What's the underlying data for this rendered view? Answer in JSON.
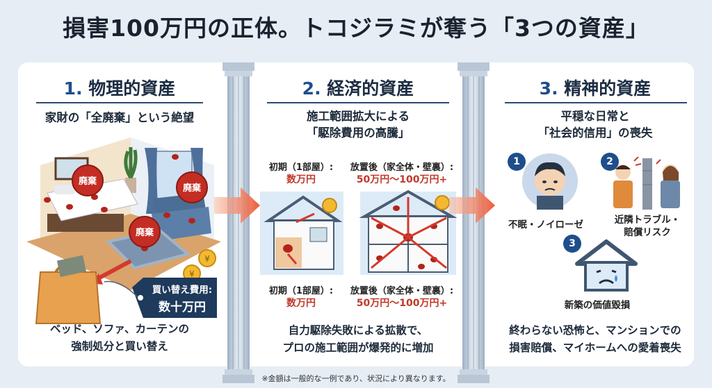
{
  "title": "損害100万円の正体。トコジラミが奪う「3つの資産」",
  "columns": [
    {
      "number": "1.",
      "heading": "物理的資産",
      "subtitle": "家財の「全廃棄」という絶望",
      "stamp": "廃棄",
      "tag_label": "買い替え費用:",
      "tag_value": "数十万円",
      "caption_line1": "ベッド、ソファ、カーテンの",
      "caption_line2": "強制処分と買い替え"
    },
    {
      "number": "2.",
      "heading": "経済的資産",
      "subtitle_line1": "施工範囲拡大による",
      "subtitle_line2": "「駆除費用の高騰」",
      "initial_label": "初期（1部屋）:",
      "initial_value": "数万円",
      "later_label": "放置後（家全体・壁裏）:",
      "later_value": "50万円〜100万円+",
      "caption_line1": "自力駆除失敗による拡散で、",
      "caption_line2": "プロの施工範囲が爆発的に増加"
    },
    {
      "number": "3.",
      "heading": "精神的資産",
      "subtitle_line1": "平穏な日常と",
      "subtitle_line2": "「社会的信用」の喪失",
      "items": [
        {
          "num": "1",
          "label": "不眠・ノイローゼ"
        },
        {
          "num": "2",
          "label_line1": "近隣トラブル・",
          "label_line2": "賠償リスク"
        },
        {
          "num": "3",
          "label": "新築の価値毀損"
        }
      ],
      "caption_line1": "終わらない恐怖と、マンションでの",
      "caption_line2": "損害賠償、マイホームへの愛着喪失"
    }
  ],
  "footnote": "※金額は一般的な一例であり、状況により異なります。",
  "colors": {
    "background": "#e6edf4",
    "accent_blue": "#1f4e8c",
    "accent_red": "#c0392b",
    "arrow_orange": "#ef6a4a"
  }
}
